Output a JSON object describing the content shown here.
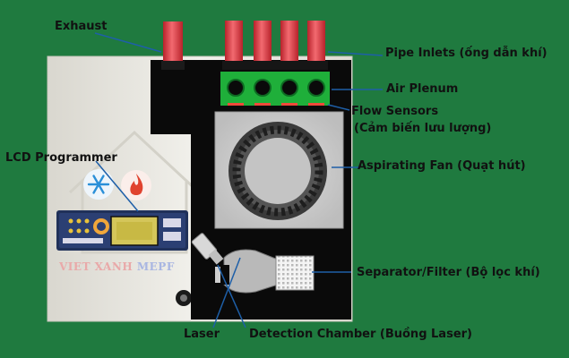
{
  "labels": {
    "exhaust": "Exhaust",
    "pipe_inlets": "Pipe Inlets (ống dẫn khí)",
    "air_plenum": "Air Plenum",
    "flow_sensors_line1": "Flow Sensors",
    "flow_sensors_line2": "(Cảm biến lưu lượng)",
    "lcd_programmer": "LCD Programmer",
    "aspirating_fan": "Aspirating Fan (Quạt hút)",
    "separator_filter": "Separator/Filter (Bộ lọc khí)",
    "laser": "Laser",
    "detection_chamber": "Detection Chamber (Buồng Laser)"
  },
  "watermark": {
    "part1": "VIET XANH",
    "part2": "MEPF"
  },
  "colors": {
    "background": "#1f7a3f",
    "leader_line": "#1e5fa8",
    "pipe": "#e8464e",
    "plenum": "#1faf3a",
    "housing": "#e9e7e0",
    "interior": "#0a0a0a"
  },
  "icons": {
    "snowflake": "snowflake-icon",
    "flame": "flame-icon",
    "house": "house-icon"
  }
}
